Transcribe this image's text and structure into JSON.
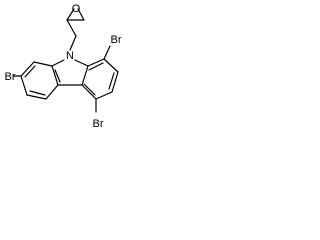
{
  "structure": {
    "atoms": {
      "oxygen": "O",
      "nitrogen": "N",
      "bromine_1": "Br",
      "bromine_3": "Br",
      "bromine_6": "Br"
    }
  }
}
